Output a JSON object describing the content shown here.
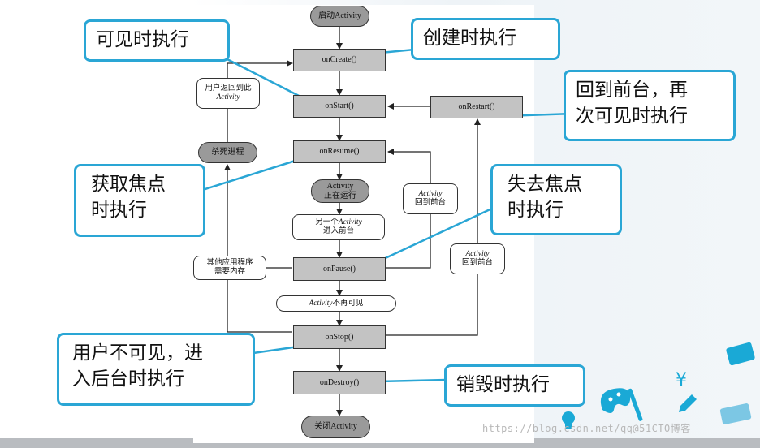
{
  "nodes": {
    "start": "启动Activity",
    "on_create": "onCreate()",
    "on_start": "onStart()",
    "on_restart": "onRestart()",
    "on_resume": "onResume()",
    "kill_process": "杀死进程",
    "running_line1": "Activity",
    "running_line2": "正在运行",
    "on_pause": "onPause()",
    "on_stop": "onStop()",
    "on_destroy": "onDestroy()",
    "shutdown": "关闭Activity"
  },
  "conditions": {
    "user_back_line1": "用户返回到此",
    "user_back_line2": "Activity",
    "other_front_a": "另一个",
    "other_front_b": "Activity",
    "other_front_line2": "进入前台",
    "back_front_1_line1": "Activity",
    "back_front_1_line2": "回到前台",
    "memory_line1": "其他应用程序",
    "memory_line2": "需要内存",
    "back_front_2_line1": "Activity",
    "back_front_2_line2": "回到前台",
    "invisible_a": "Activity",
    "invisible_b": "不再可见"
  },
  "callouts": {
    "visible": "可见时执行",
    "create": "创建时执行",
    "restart": "回到前台，再\n次可见时执行",
    "focus": "获取焦点\n时执行",
    "lose_focus": "失去焦点\n时执行",
    "background": "用户不可见，进\n入后台时执行",
    "destroy": "销毁时执行"
  },
  "watermark": "https://blog.csdn.net/qq@51CTO博客",
  "colors": {
    "accent": "#2aa6d5",
    "method_fill": "#c3c3c3",
    "state_fill": "#9a9a9a"
  },
  "decorations": [
    "paint-palette-icon",
    "brush-icon",
    "pen-icon",
    "light-bulb-icon",
    "yen-icon",
    "laptop-icon"
  ]
}
